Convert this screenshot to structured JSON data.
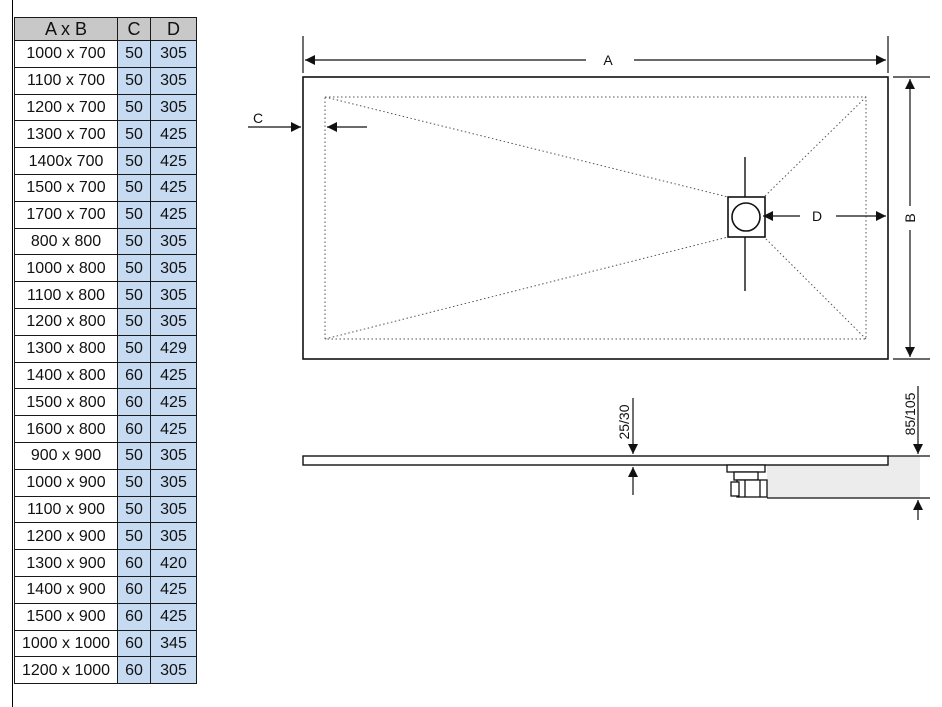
{
  "table": {
    "headers": [
      "A x B",
      "C",
      "D"
    ],
    "rows": [
      [
        "1000 x 700",
        "50",
        "305"
      ],
      [
        "1100 x 700",
        "50",
        "305"
      ],
      [
        "1200 x 700",
        "50",
        "305"
      ],
      [
        "1300 x 700",
        "50",
        "425"
      ],
      [
        "1400x 700",
        "50",
        "425"
      ],
      [
        "1500 x 700",
        "50",
        "425"
      ],
      [
        "1700 x 700",
        "50",
        "425"
      ],
      [
        "800 x 800",
        "50",
        "305"
      ],
      [
        "1000 x 800",
        "50",
        "305"
      ],
      [
        "1100 x 800",
        "50",
        "305"
      ],
      [
        "1200 x 800",
        "50",
        "305"
      ],
      [
        "1300 x 800",
        "50",
        "429"
      ],
      [
        "1400 x 800",
        "60",
        "425"
      ],
      [
        "1500 x 800",
        "60",
        "425"
      ],
      [
        "1600 x 800",
        "60",
        "425"
      ],
      [
        "900 x 900",
        "50",
        "305"
      ],
      [
        "1000 x 900",
        "50",
        "305"
      ],
      [
        "1100 x 900",
        "50",
        "305"
      ],
      [
        "1200 x 900",
        "50",
        "305"
      ],
      [
        "1300 x 900",
        "60",
        "420"
      ],
      [
        "1400 x 900",
        "60",
        "425"
      ],
      [
        "1500 x 900",
        "60",
        "425"
      ],
      [
        "1000 x 1000",
        "60",
        "345"
      ],
      [
        "1200 x 1000",
        "60",
        "305"
      ]
    ]
  },
  "drawing": {
    "label_a": "A",
    "label_b": "B",
    "label_c": "C",
    "label_d": "D",
    "label_tray_height": "25/30",
    "label_total_height": "85/105"
  },
  "colors": {
    "cell_blue": "#c6daf1",
    "header_grey": "#c8c8c8",
    "line": "#111111"
  }
}
